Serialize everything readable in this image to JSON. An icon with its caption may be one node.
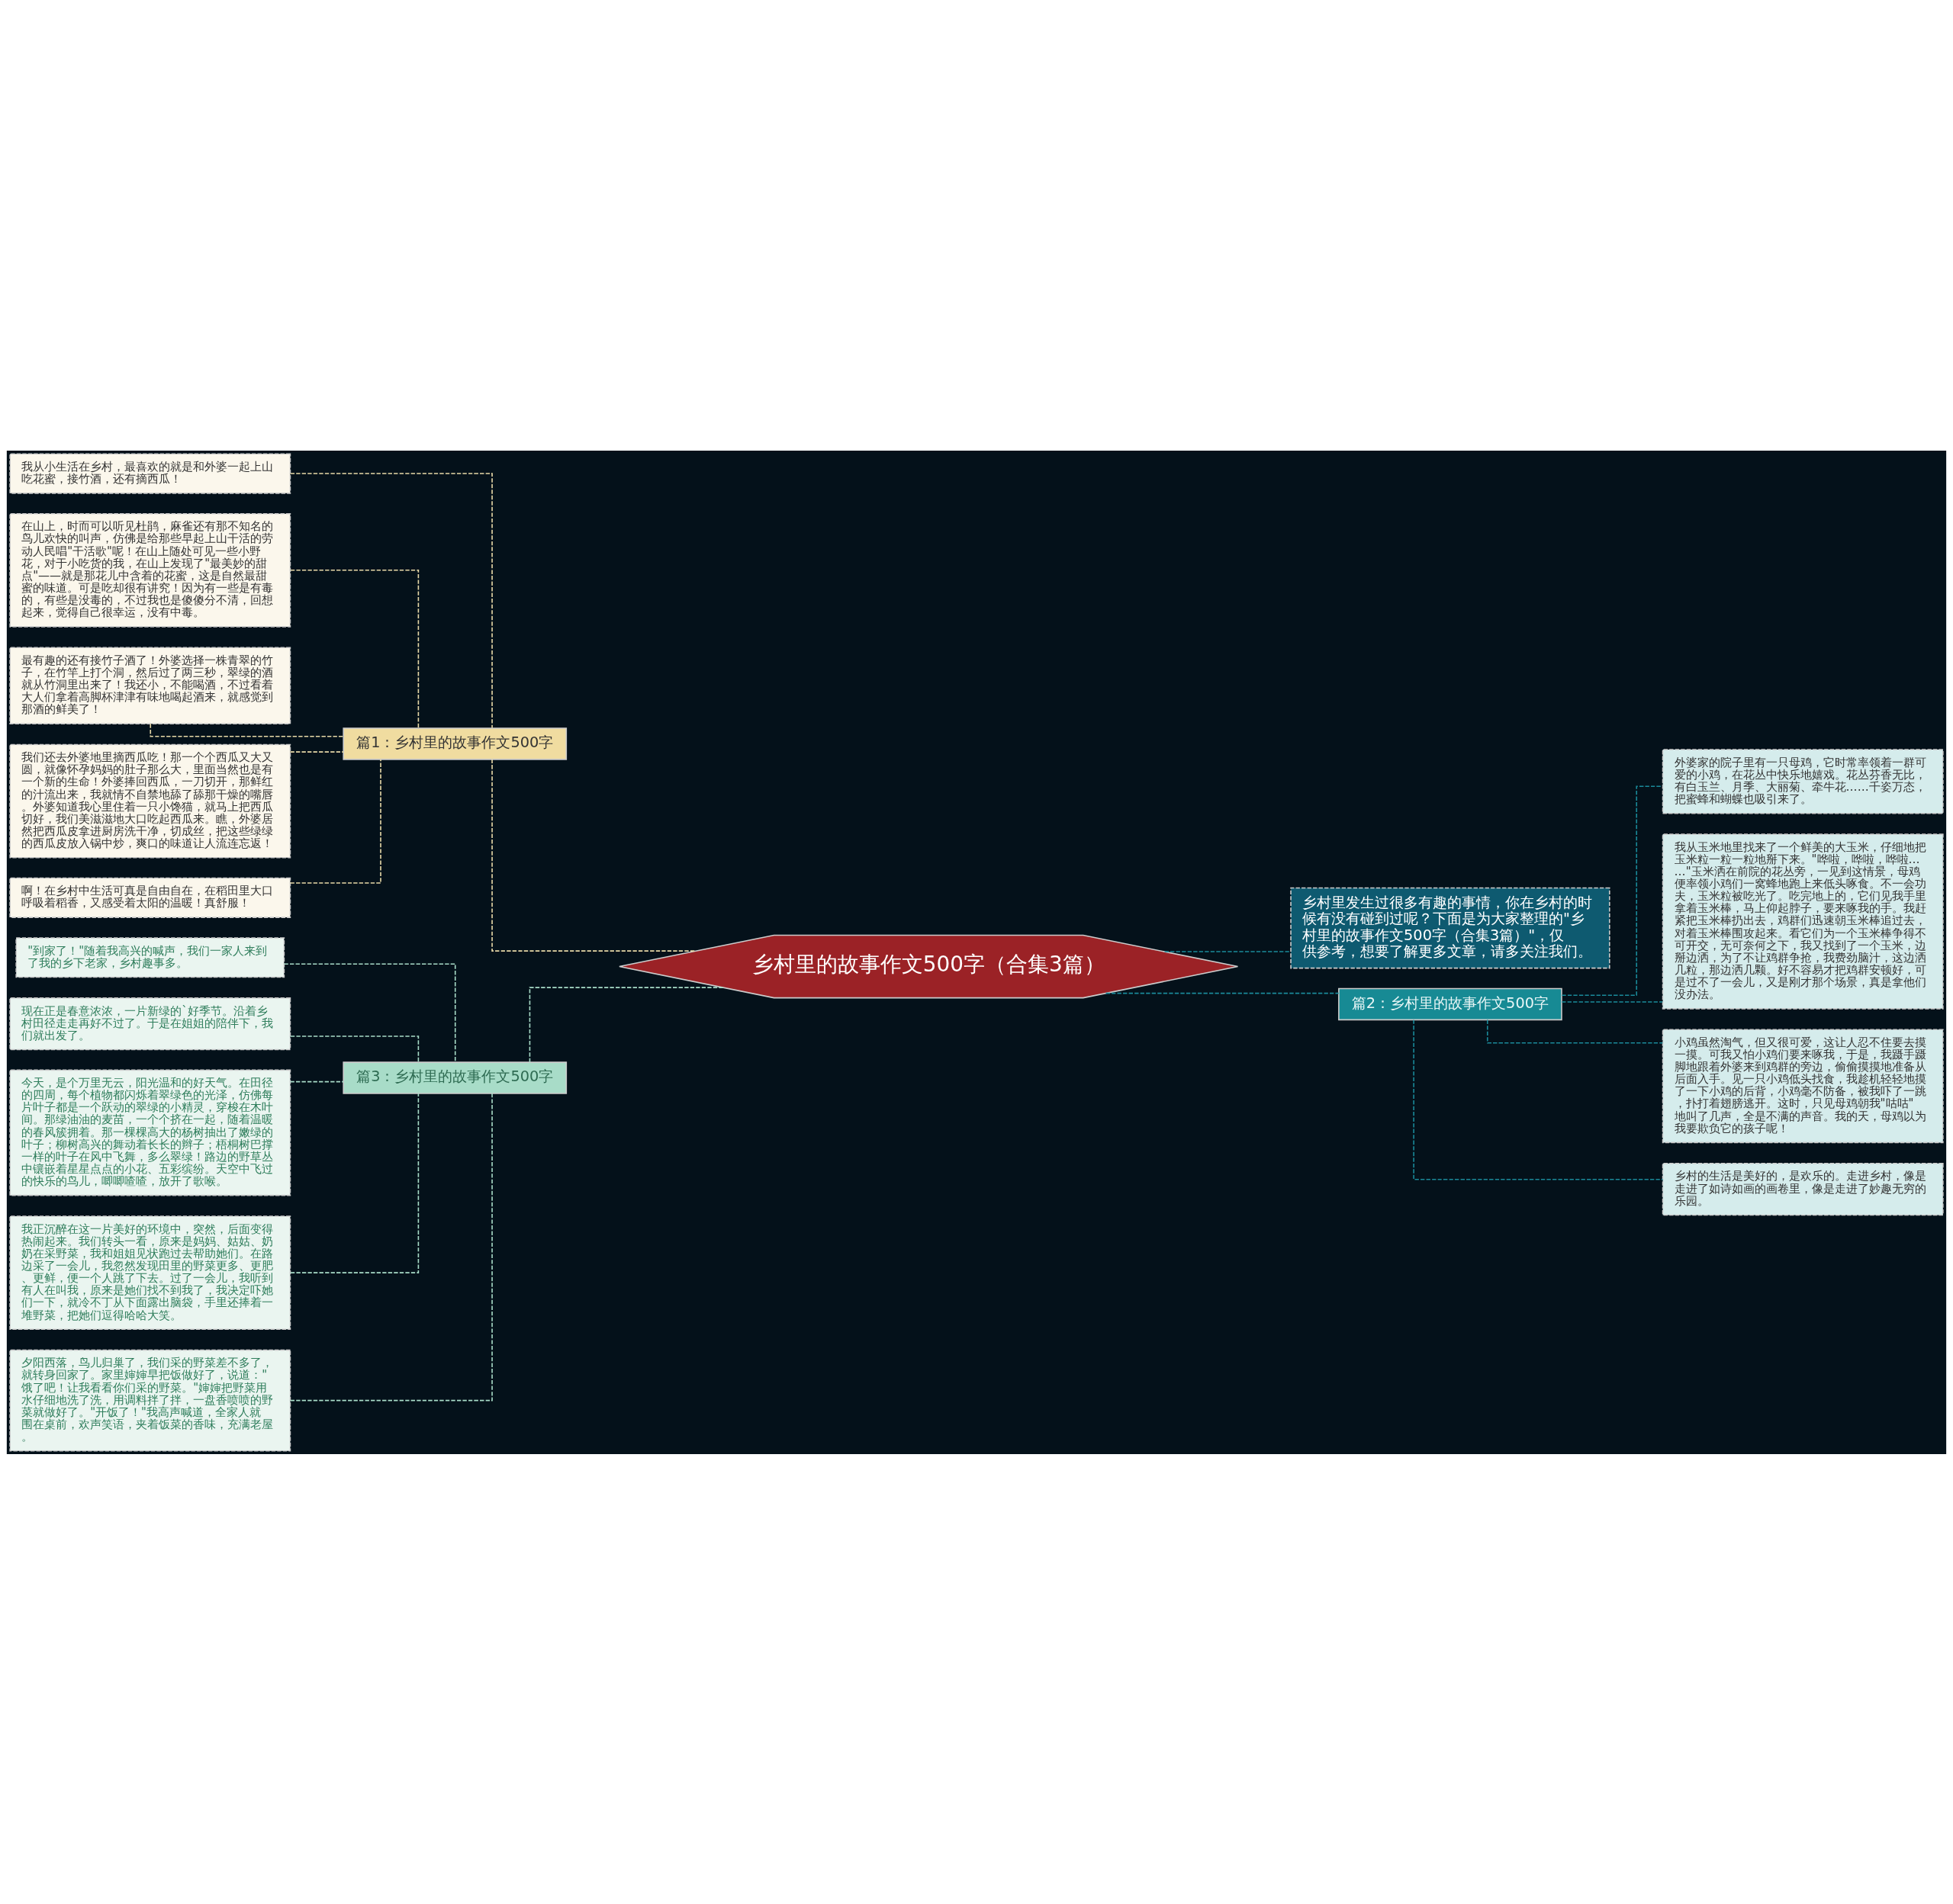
{
  "diagram": {
    "nodes": [
      {
        "text": [
          "乡村里的故事作文500字（合集3篇）"
        ]
      },
      {
        "text": [
          "篇1：乡村里的故事作文500字"
        ]
      },
      {
        "text": [
          "我从小生活在乡村，最喜欢的就是和外婆一起上山吃花蜜，接竹酒，还有摘西瓜！"
        ]
      },
      {
        "text": [
          "在山上，时而可以听见杜鹃，麻雀还有那不知名的鸟儿欢快的叫声，仿佛是给那些早起上山干活的劳动人民唱\"干活歌\"呢！在山上随处可见一些小野花，对于小吃货的我，在山上发现了\"最美妙的甜点\"——就是那花儿中含着的花蜜，这是自然最甜蜜的味道。可是吃却很有讲究！因为有一些是有毒的，有些是没毒的，不过我也是傻傻分不清，回想起来，觉得自己很幸运，没有中毒。"
        ]
      },
      {
        "text": [
          "最有趣的还有接竹子酒了！外婆选择一株青翠的竹子，在竹竿上打个洞，然后过了两三秒，翠绿的酒就从竹洞里出来了！我还小，不能喝酒，不过看着大人们拿着高脚杯津津有味地喝起酒来，就感觉到那酒的鲜美了！"
        ]
      },
      {
        "text": [
          "我们还去外婆地里摘西瓜吃！那一个个西瓜又大又圆，就像怀孕妈妈的肚子那么大，里面当然也是有一个新的生命！外婆捧回西瓜，一刀切开，那鲜红的汁流出来，我就情不自禁地舔了舔那干燥的嘴唇。外婆知道我心里住着一只小馋猫，就马上把西瓜切好，我们美滋滋地大口吃起西瓜来。瞧，外婆居然把西瓜皮拿进厨房洗干净，切成丝，把这些绿绿的西瓜皮放入锅中炒，爽口的味道让人流连忘返！"
        ]
      },
      {
        "text": [
          "啊！在乡村中生活可真是自由自在，在稻田里大口呼吸着稻香，又感受着太阳的温暖！真舒服！"
        ]
      },
      {
        "text": [
          "篇3：乡村里的故事作文500字"
        ]
      },
      {
        "text": [
          "\"到家了！\"随着我高兴的喊声，我们一家人来到了我的乡下老家，乡村趣事多。"
        ]
      },
      {
        "text": [
          "现在正是春意浓浓，一片新绿的`好季节。沿着乡村田径走走再好不过了。于是在姐姐的陪伴下，我们就出发了。"
        ]
      },
      {
        "text": [
          "今天，是个万里无云，阳光温和的好天气。在田径的四周，每个植物都闪烁着翠绿色的光泽，仿佛每片叶子都是一个跃动的翠绿的小精灵，穿梭在木叶间。那绿油油的麦苗，一个个挤在一起，随着温暖的春风簇拥着。那一棵棵高大的杨树抽出了嫩绿的叶子；柳树高兴的舞动着长长的辫子；梧桐树巴撑一样的叶子在风中飞舞，多么翠绿！路边的野草丛中镶嵌着星星点点的小花、五彩缤纷。天空中飞过的快乐的鸟儿，唧唧喳喳，放开了歌喉。"
        ]
      },
      {
        "text": [
          "我正沉醉在这一片美好的环境中，突然，后面变得热闹起来。我们转头一看，原来是妈妈、姑姑、奶奶在采野菜，我和姐姐见状跑过去帮助她们。在路边采了一会儿，我忽然发现田里的野菜更多、更肥、更鲜，便一个人跳了下去。过了一会儿，我听到有人在叫我，原来是她们找不到我了，我决定吓她们一下，就冷不丁从下面露出脑袋，手里还捧着一堆野菜，把她们逗得哈哈大笑。"
        ]
      },
      {
        "text": [
          "夕阳西落，鸟儿归巢了，我们采的野菜差不多了，就转身回家了。家里婶婶早把饭做好了，说道：\"饿了吧！让我看看你们采的野菜。\"婶婶把野菜用水仔细地洗了洗，用调料拌了拌，一盘香喷喷的野菜就做好了。\"开饭了！\"我高声喊道，全家人就围在桌前，欢声笑语，夹着饭菜的香味，充满老屋。"
        ]
      },
      {
        "text": [
          "乡村里发生过很多有趣的事情，你在乡村的时候有没有碰到过呢？下面是为大家整理的\"乡村里的故事作文500字（合集3篇）\"，仅供参考，想要了解更多文章，请多关注我们。"
        ]
      },
      {
        "text": [
          "篇2：乡村里的故事作文500字"
        ]
      },
      {
        "text": [
          "外婆家的院子里有一只母鸡，它时常率领着一群可爱的小鸡，在花丛中快乐地嬉戏。花丛芬香无比，有白玉兰、月季、大丽菊、牵牛花……千姿万态，把蜜蜂和蝴蝶也吸引来了。"
        ]
      },
      {
        "text": [
          "我从玉米地里找来了一个鲜美的大玉米，仔细地把玉米粒一粒一粒地掰下来。\"哗啦，哗啦，哗啦……\"玉米洒在前院的花丛旁，一见到这情景，母鸡便率领小鸡们一窝蜂地跑上来低头啄食。不一会功夫，玉米粒被吃光了。吃完地上的，它们见我手里拿着玉米棒，马上仰起脖子，要来啄我的手。我赶紧把玉米棒扔出去，鸡群们迅速朝玉米棒追过去，对着玉米棒围攻起来。看它们为一个玉米棒争得不可开交，无可奈何之下，我又找到了一个玉米，边掰边洒，为了不让鸡群争抢，我费劲脑汁，这边洒几粒，那边洒几颗。好不容易才把鸡群安顿好，可是过不了一会儿，又是刚才那个场景，真是拿他们没办法。"
        ]
      },
      {
        "text": [
          "小鸡虽然淘气，但又很可爱，这让人忍不住要去摸一摸。可我又怕小鸡们要来啄我，于是，我蹑手蹑脚地跟着外婆来到鸡群的旁边，偷偷摸摸地准备从后面入手。见一只小鸡低头找食，我趁机轻轻地摸了一下小鸡的后背，小鸡毫不防备，被我吓了一跳，扑打着翅膀逃开。这时，只见母鸡朝我\"咕咕\"地叫了几声，全是不满的声音。我的天，母鸡以为我要欺负它的孩子呢！"
        ]
      },
      {
        "text": [
          "乡村的生活是美好的，是欢乐的。走进乡村，像是走进了如诗如画的画卷里，像是走进了妙趣无穷的乐园。"
        ]
      }
    ],
    "edges": [
      {
        "from": 0,
        "to": 1,
        "arrow": "none",
        "style": "dashed",
        "color": "#e8d9a8"
      },
      {
        "from": 1,
        "to": 2,
        "arrow": "none",
        "style": "dashed",
        "color": "#e8d9a8"
      },
      {
        "from": 1,
        "to": 3,
        "arrow": "none",
        "style": "dashed",
        "color": "#e8d9a8"
      },
      {
        "from": 1,
        "to": 4,
        "arrow": "none",
        "style": "dashed",
        "color": "#e8d9a8"
      },
      {
        "from": 1,
        "to": 5,
        "arrow": "none",
        "style": "dashed",
        "color": "#e8d9a8"
      },
      {
        "from": 1,
        "to": 6,
        "arrow": "none",
        "style": "dashed",
        "color": "#e8d9a8"
      },
      {
        "from": 0,
        "to": 7,
        "arrow": "none",
        "style": "dashed",
        "color": "#a8dcc8"
      },
      {
        "from": 7,
        "to": 8,
        "arrow": "none",
        "style": "dashed",
        "color": "#a8dcc8"
      },
      {
        "from": 7,
        "to": 9,
        "arrow": "none",
        "style": "dashed",
        "color": "#a8dcc8"
      },
      {
        "from": 7,
        "to": 10,
        "arrow": "none",
        "style": "dashed",
        "color": "#a8dcc8"
      },
      {
        "from": 7,
        "to": 11,
        "arrow": "none",
        "style": "dashed",
        "color": "#a8dcc8"
      },
      {
        "from": 7,
        "to": 12,
        "arrow": "none",
        "style": "dashed",
        "color": "#a8dcc8"
      },
      {
        "from": 0,
        "to": 13,
        "arrow": "none",
        "style": "dashed",
        "color": "#1a8a9a"
      },
      {
        "from": 0,
        "to": 14,
        "arrow": "none",
        "style": "dashed",
        "color": "#1a8a9a"
      },
      {
        "from": 14,
        "to": 15,
        "arrow": "none",
        "style": "dashed",
        "color": "#1a8a9a"
      },
      {
        "from": 14,
        "to": 16,
        "arrow": "none",
        "style": "dashed",
        "color": "#1a8a9a"
      },
      {
        "from": 14,
        "to": 17,
        "arrow": "none",
        "style": "dashed",
        "color": "#1a8a9a"
      },
      {
        "from": 14,
        "to": 18,
        "arrow": "none",
        "style": "dashed",
        "color": "#1a8a9a"
      }
    ]
  }
}
